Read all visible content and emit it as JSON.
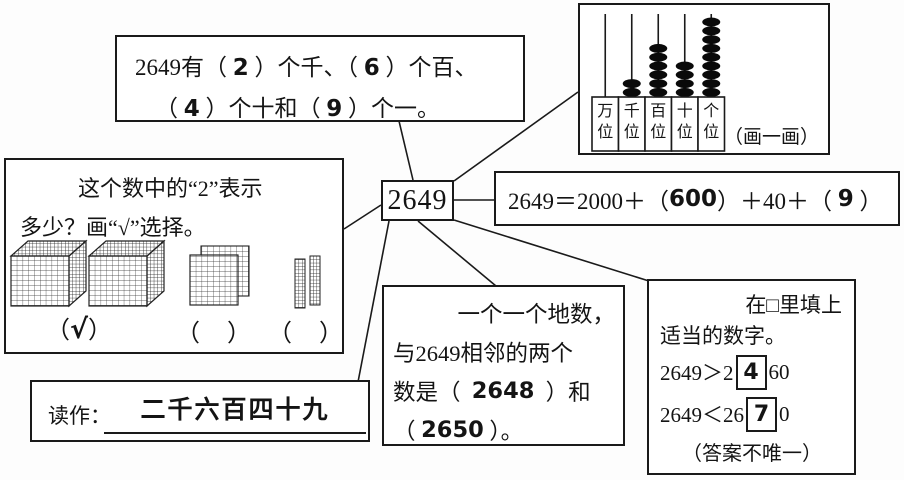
{
  "center_node": {
    "value": "2649"
  },
  "composition": {
    "line1": [
      "2649有（ ",
      "2",
      " ）个千、（ ",
      "6",
      " ）个百、"
    ],
    "line2": [
      "（ ",
      "4",
      " ）个十和（ ",
      "9",
      " ）个一。"
    ]
  },
  "abacus": {
    "columns": [
      {
        "label": "万位",
        "beads": 0
      },
      {
        "label": "千位",
        "beads": 2
      },
      {
        "label": "百位",
        "beads": 6
      },
      {
        "label": "十位",
        "beads": 4
      },
      {
        "label": "个位",
        "beads": 9
      }
    ],
    "note": "（画一画）"
  },
  "expansion": {
    "segments": [
      "2649＝2000＋（",
      "600",
      "）＋40＋（ ",
      "9",
      " ）"
    ]
  },
  "choose": {
    "line1": "这个数中的“2”表示",
    "line2": "多少？画“√”选择。",
    "options": [
      {
        "open": "（",
        "mark": "√",
        "close": "）"
      },
      {
        "open": "（",
        "mark": "　",
        "close": "）"
      },
      {
        "open": "（",
        "mark": "　",
        "close": "）"
      }
    ]
  },
  "read": {
    "label": "读作：",
    "answer": "二千六百四十九"
  },
  "neighbors": {
    "line1": "一个一个地数，",
    "line2": "与2649相邻的两个",
    "line3": [
      "数是（  ",
      "2648",
      "  ）和"
    ],
    "line4": [
      "（ ",
      "2650",
      " ）。"
    ]
  },
  "compare": {
    "line1": "在□里填上",
    "line2": "适当的数字。",
    "line3": {
      "pre": "2649＞2",
      "answer": "4",
      "post": "60"
    },
    "line4": {
      "pre": "2649＜26",
      "answer": "7",
      "post": "0"
    },
    "line5": "（答案不唯一）"
  }
}
